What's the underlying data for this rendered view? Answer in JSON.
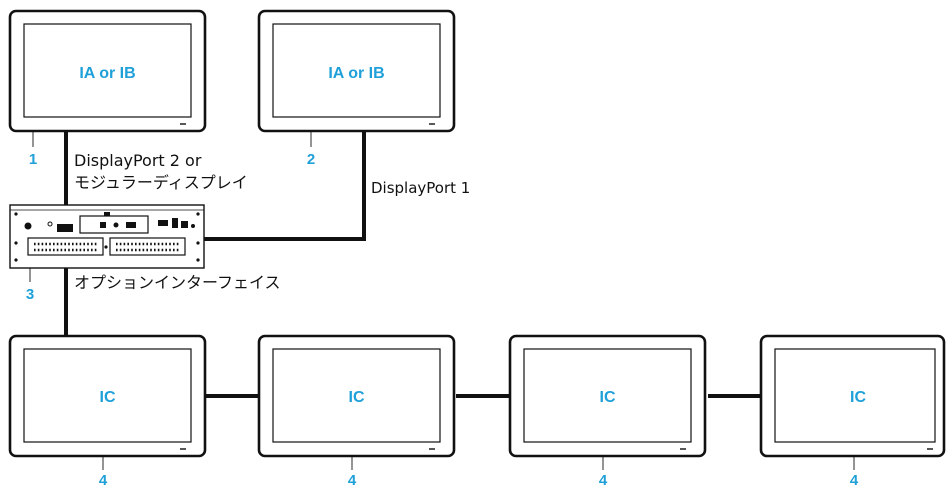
{
  "colors": {
    "accent": "#1fa0d8",
    "line": "#111111",
    "panel_fill": "#ffffff"
  },
  "displays": {
    "d1": {
      "label": "IA or IB",
      "callout": "1"
    },
    "d2": {
      "label": "IA or IB",
      "callout": "2"
    },
    "d4a": {
      "label": "IC",
      "callout": "4"
    },
    "d4b": {
      "label": "IC",
      "callout": "4"
    },
    "d4c": {
      "label": "IC",
      "callout": "4"
    },
    "d4d": {
      "label": "IC",
      "callout": "4"
    }
  },
  "controller": {
    "callout": "3"
  },
  "connections": {
    "dp2_line1": "DisplayPort 2 or",
    "dp2_line2": "モジュラーディスプレイ",
    "dp1": "DisplayPort 1",
    "option_interface": "オプションインターフェイス"
  }
}
